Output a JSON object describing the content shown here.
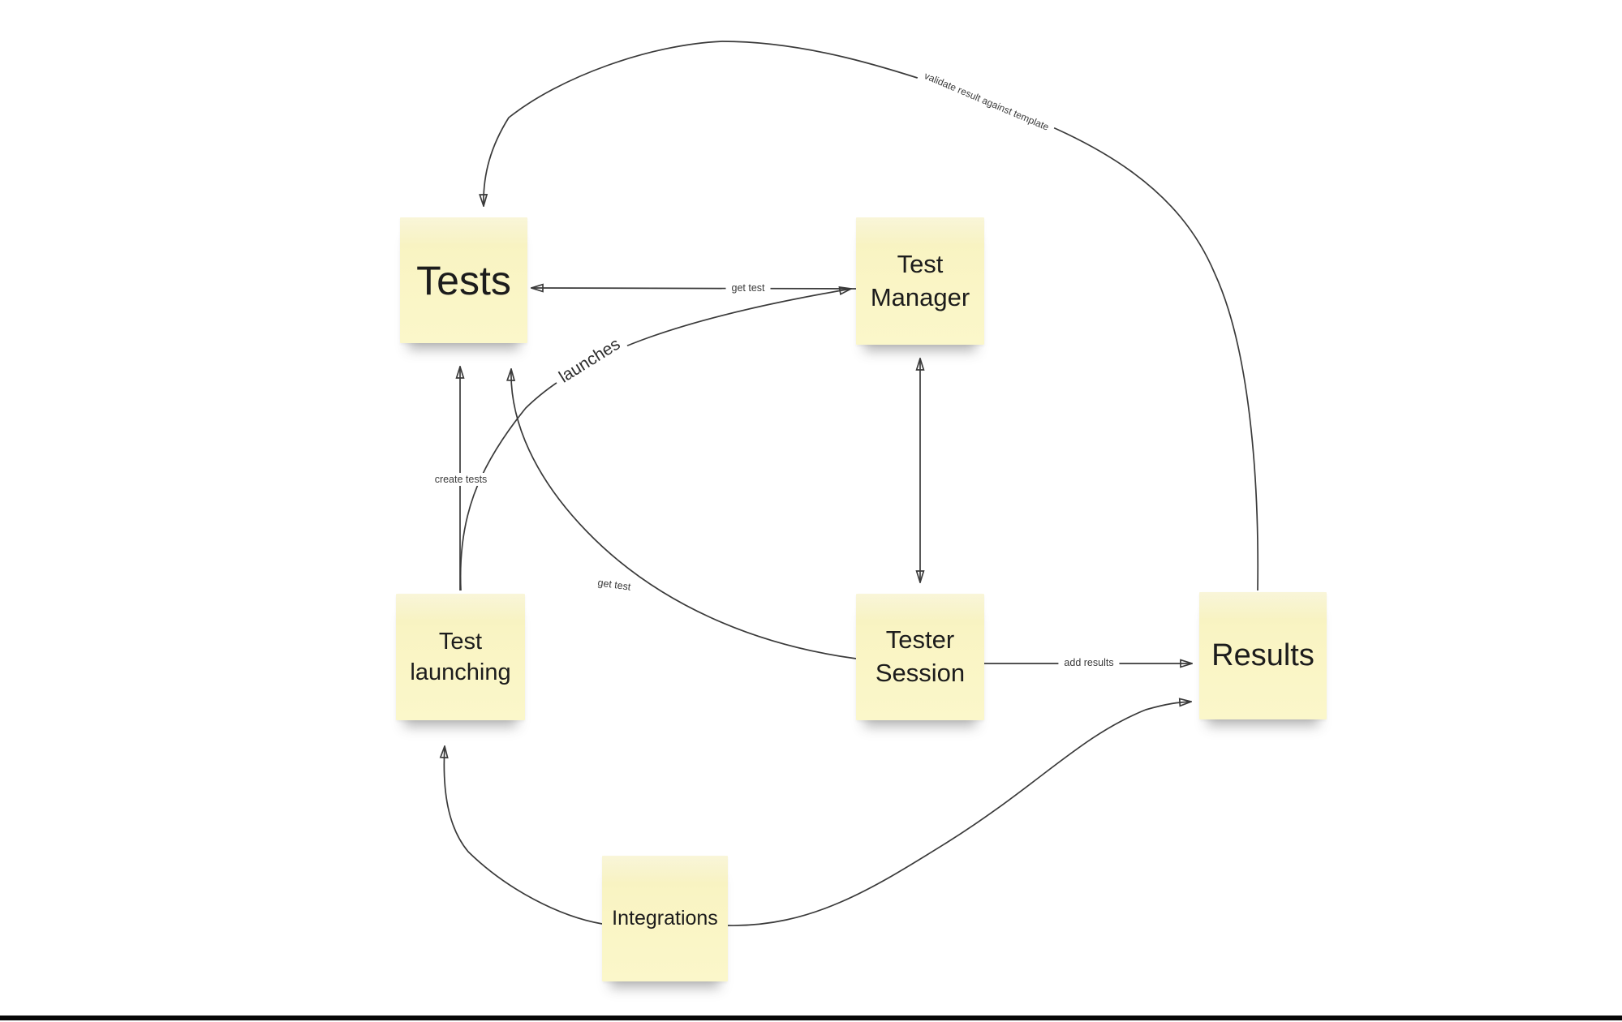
{
  "canvas": {
    "background_color": "#ffffff",
    "bottom_bar_color": "#070707"
  },
  "colors": {
    "note_fill": "#f9f4c3",
    "note_text": "#1c1c1c",
    "edge_stroke": "#3a3a3a",
    "edge_label_text": "#3a3a3a"
  },
  "nodes": [
    {
      "id": "tests",
      "label": "Tests"
    },
    {
      "id": "test-manager",
      "label": "Test Manager"
    },
    {
      "id": "test-launching",
      "label": "Test launching"
    },
    {
      "id": "tester-session",
      "label": "Tester Session"
    },
    {
      "id": "results",
      "label": "Results"
    },
    {
      "id": "integrations",
      "label": "Integrations"
    }
  ],
  "edges": [
    {
      "id": "get-test-top",
      "from": "test-manager",
      "to": "tests",
      "label": "get test",
      "arrows": "end"
    },
    {
      "id": "launches",
      "from": "test-launching",
      "to": "test-manager",
      "label": "launches",
      "arrows": "end"
    },
    {
      "id": "create-tests",
      "from": "test-launching",
      "to": "tests",
      "label": "create tests",
      "arrows": "end"
    },
    {
      "id": "get-test-lower",
      "from": "tester-session",
      "to": "tests",
      "label": "get test",
      "arrows": "end"
    },
    {
      "id": "add-results",
      "from": "tester-session",
      "to": "results",
      "label": "add results",
      "arrows": "end"
    },
    {
      "id": "manager-session-link",
      "from": "test-manager",
      "to": "tester-session",
      "label": "",
      "arrows": "both"
    },
    {
      "id": "validate-result",
      "from": "results",
      "to": "tests",
      "label": "validate result against template",
      "arrows": "end"
    },
    {
      "id": "integrations-launching",
      "from": "integrations",
      "to": "test-launching",
      "label": "",
      "arrows": "end"
    },
    {
      "id": "integrations-results",
      "from": "integrations",
      "to": "results",
      "label": "",
      "arrows": "end"
    }
  ]
}
